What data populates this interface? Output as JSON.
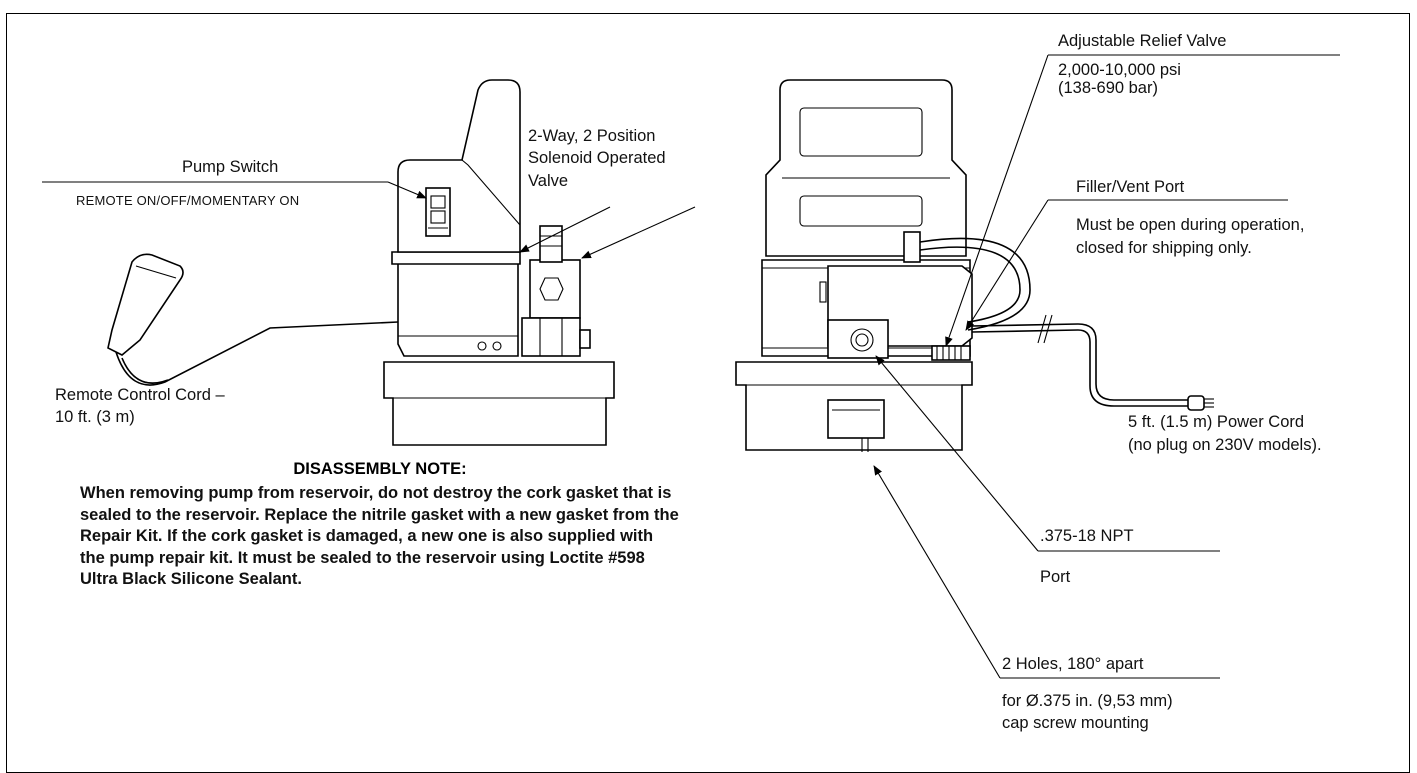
{
  "labels": {
    "pump_switch": "Pump Switch",
    "pump_switch_modes": "REMOTE ON/OFF/MOMENTARY ON",
    "solenoid_line1": "2-Way, 2 Position",
    "solenoid_line2": "Solenoid Operated",
    "solenoid_line3": "Valve",
    "remote_cord_line1": "Remote Control Cord –",
    "remote_cord_line2": "10 ft. (3 m)",
    "relief_valve": "Adjustable Relief Valve",
    "relief_range_line1": "2,000-10,000 psi",
    "relief_range_line2": "(138-690 bar)",
    "filler_port": "Filler/Vent Port",
    "filler_note_line1": "Must be open during operation,",
    "filler_note_line2": "closed for shipping only.",
    "power_cord_line1": "5 ft. (1.5 m) Power Cord",
    "power_cord_line2": "(no plug on 230V models).",
    "npt": ".375-18 NPT",
    "port": "Port",
    "holes": "2 Holes, 180° apart",
    "holes_note_line1": "for Ø.375 in. (9,53 mm)",
    "holes_note_line2": "cap screw mounting"
  },
  "note": {
    "title": "DISASSEMBLY NOTE:",
    "body": "When removing pump from reservoir, do not destroy the cork gasket that is sealed to the reservoir. Replace the nitrile gasket with a new gasket from the Repair Kit. If the cork gasket is damaged, a new one is also supplied with the pump repair kit. It must be sealed to the reservoir using Loctite #598 Ultra Black Silicone Sealant."
  }
}
